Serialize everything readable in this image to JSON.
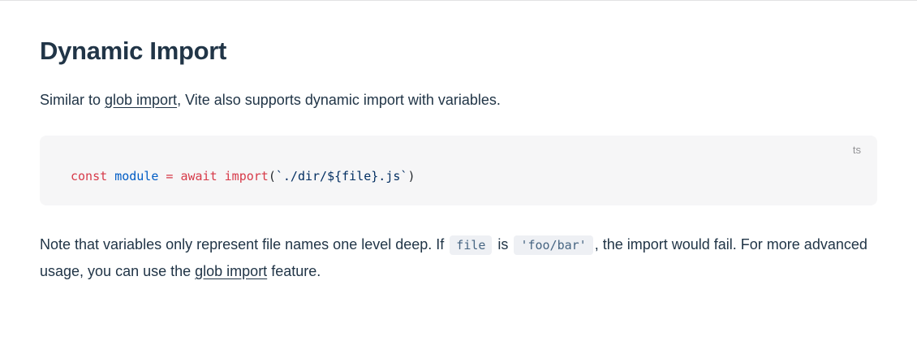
{
  "page": {
    "heading": "Dynamic Import"
  },
  "intro": {
    "pre": "Similar to ",
    "link": "glob import",
    "post": ", Vite also supports dynamic import with variables."
  },
  "code_block": {
    "lang": "ts",
    "tokens": [
      {
        "t": "const",
        "c": "keyword"
      },
      {
        "t": " ",
        "c": "plain"
      },
      {
        "t": "module",
        "c": "variable"
      },
      {
        "t": " ",
        "c": "plain"
      },
      {
        "t": "=",
        "c": "keyword"
      },
      {
        "t": " ",
        "c": "plain"
      },
      {
        "t": "await",
        "c": "keyword"
      },
      {
        "t": " ",
        "c": "plain"
      },
      {
        "t": "import",
        "c": "keyword"
      },
      {
        "t": "(",
        "c": "plain"
      },
      {
        "t": "`./dir/${file}.js`",
        "c": "string"
      },
      {
        "t": ")",
        "c": "plain"
      }
    ]
  },
  "note": {
    "seg1": "Note that variables only represent file names one level deep. If ",
    "code1": "file",
    "seg2": " is ",
    "code2": "'foo/bar'",
    "seg3": ", the import would fail. For more advanced usage, you can use the ",
    "link": "glob import",
    "seg4": " feature."
  },
  "colors": {
    "token_keyword": "#d73a49",
    "token_variable": "#005cc5",
    "token_string": "#032f62",
    "token_plain": "#24292e",
    "code_block_bg": "#f6f6f7",
    "inline_code_text": "#476582",
    "inline_code_bg": "#eef0f4",
    "text": "#213547",
    "divider": "#e2e2e3",
    "lang_label": "#929295"
  }
}
